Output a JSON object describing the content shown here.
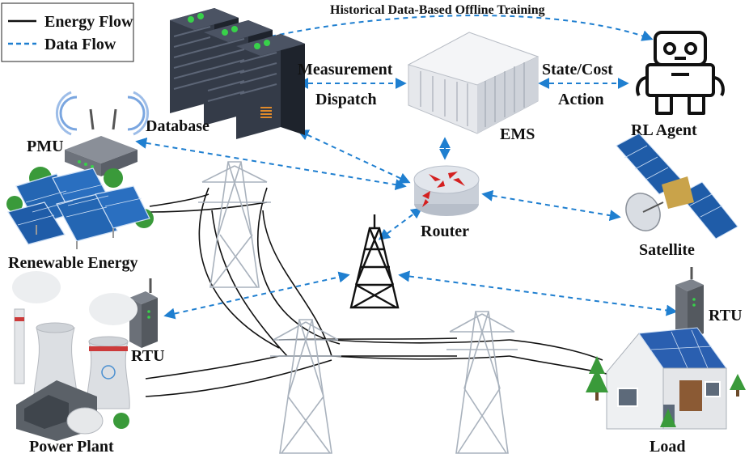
{
  "legend": {
    "energy_flow": "Energy Flow",
    "data_flow": "Data Flow"
  },
  "labels": {
    "top_banner": "Historical Data-Based Offline Training",
    "measurement": "Measurement",
    "dispatch": "Dispatch",
    "state_cost": "State/Cost",
    "action": "Action",
    "database": "Database",
    "ems": "EMS",
    "rl_agent": "RL Agent",
    "pmu": "PMU",
    "router": "Router",
    "satellite": "Satellite",
    "renewable_energy": "Renewable Energy",
    "rtu_left": "RTU",
    "rtu_right": "RTU",
    "power_plant": "Power Plant",
    "load": "Load"
  },
  "colors": {
    "energy_line": "#111111",
    "data_line": "#1f7fd0",
    "server_dark": "#2d3440",
    "led_green": "#38d14a",
    "panel_blue": "#2466b3",
    "tree_green": "#3a9a3a",
    "router_body": "#d8dde6",
    "router_arrow": "#d42020",
    "roof_blue": "#2a5fb0",
    "ems_grey": "#e6e8ec"
  }
}
